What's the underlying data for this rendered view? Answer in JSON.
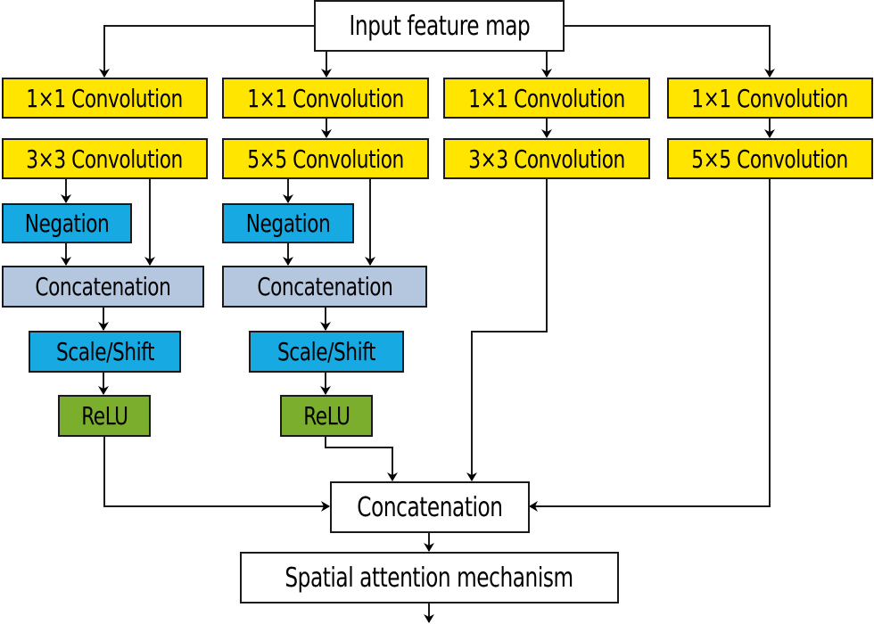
{
  "diagram": {
    "input": {
      "label": "Input feature map"
    },
    "branches": [
      {
        "conv1": "1×1 Convolution",
        "conv2": "3×3 Convolution",
        "negation": "Negation",
        "concat": "Concatenation",
        "scale_shift": "Scale/Shift",
        "relu": "ReLU"
      },
      {
        "conv1": "1×1 Convolution",
        "conv2": "5×5 Convolution",
        "negation": "Negation",
        "concat": "Concatenation",
        "scale_shift": "Scale/Shift",
        "relu": "ReLU"
      },
      {
        "conv1": "1×1 Convolution",
        "conv2": "3×3 Convolution"
      },
      {
        "conv1": "1×1 Convolution",
        "conv2": "5×5 Convolution"
      }
    ],
    "merge": {
      "label": "Concatenation"
    },
    "output": {
      "label": "Spatial attention mechanism"
    },
    "colors": {
      "convolution": "#FFE500",
      "negation_scale": "#17A9E1",
      "branch_concat": "#B4C7DE",
      "relu": "#7BAE2D",
      "io": "#FFFFFF"
    }
  }
}
